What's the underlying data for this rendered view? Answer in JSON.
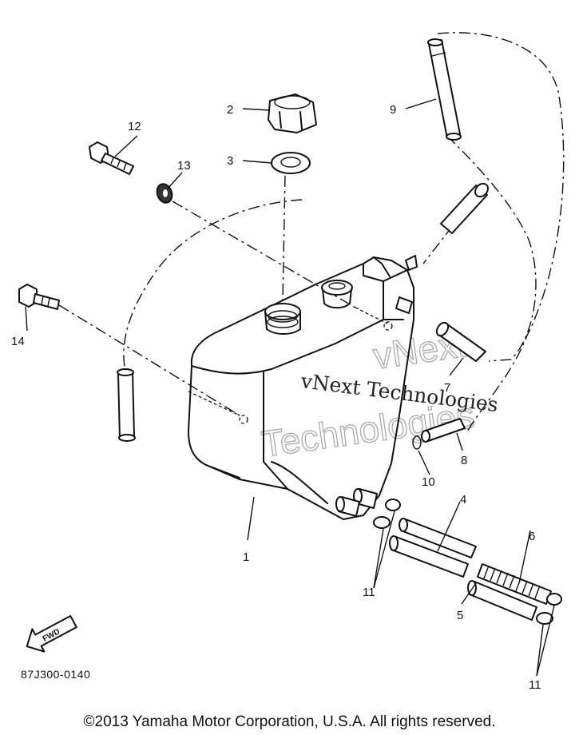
{
  "diagram": {
    "callouts": [
      {
        "id": "1",
        "label": "1"
      },
      {
        "id": "2",
        "label": "2"
      },
      {
        "id": "3",
        "label": "3"
      },
      {
        "id": "4",
        "label": "4"
      },
      {
        "id": "5",
        "label": "5"
      },
      {
        "id": "6",
        "label": "6"
      },
      {
        "id": "7",
        "label": "7"
      },
      {
        "id": "8",
        "label": "8"
      },
      {
        "id": "9",
        "label": "9"
      },
      {
        "id": "10",
        "label": "10"
      },
      {
        "id": "11a",
        "label": "11"
      },
      {
        "id": "11b",
        "label": "11"
      },
      {
        "id": "12",
        "label": "12"
      },
      {
        "id": "13",
        "label": "13"
      },
      {
        "id": "14",
        "label": "14"
      }
    ],
    "fwd_label": "FWD",
    "diagram_code": "87J300-0140",
    "watermark": {
      "text": "vNext Technologies",
      "ghost_line1": "vNext",
      "ghost_line2": "Technologies"
    },
    "copyright": "©2013 Yamaha Motor Corporation, U.S.A. All rights reserved."
  }
}
